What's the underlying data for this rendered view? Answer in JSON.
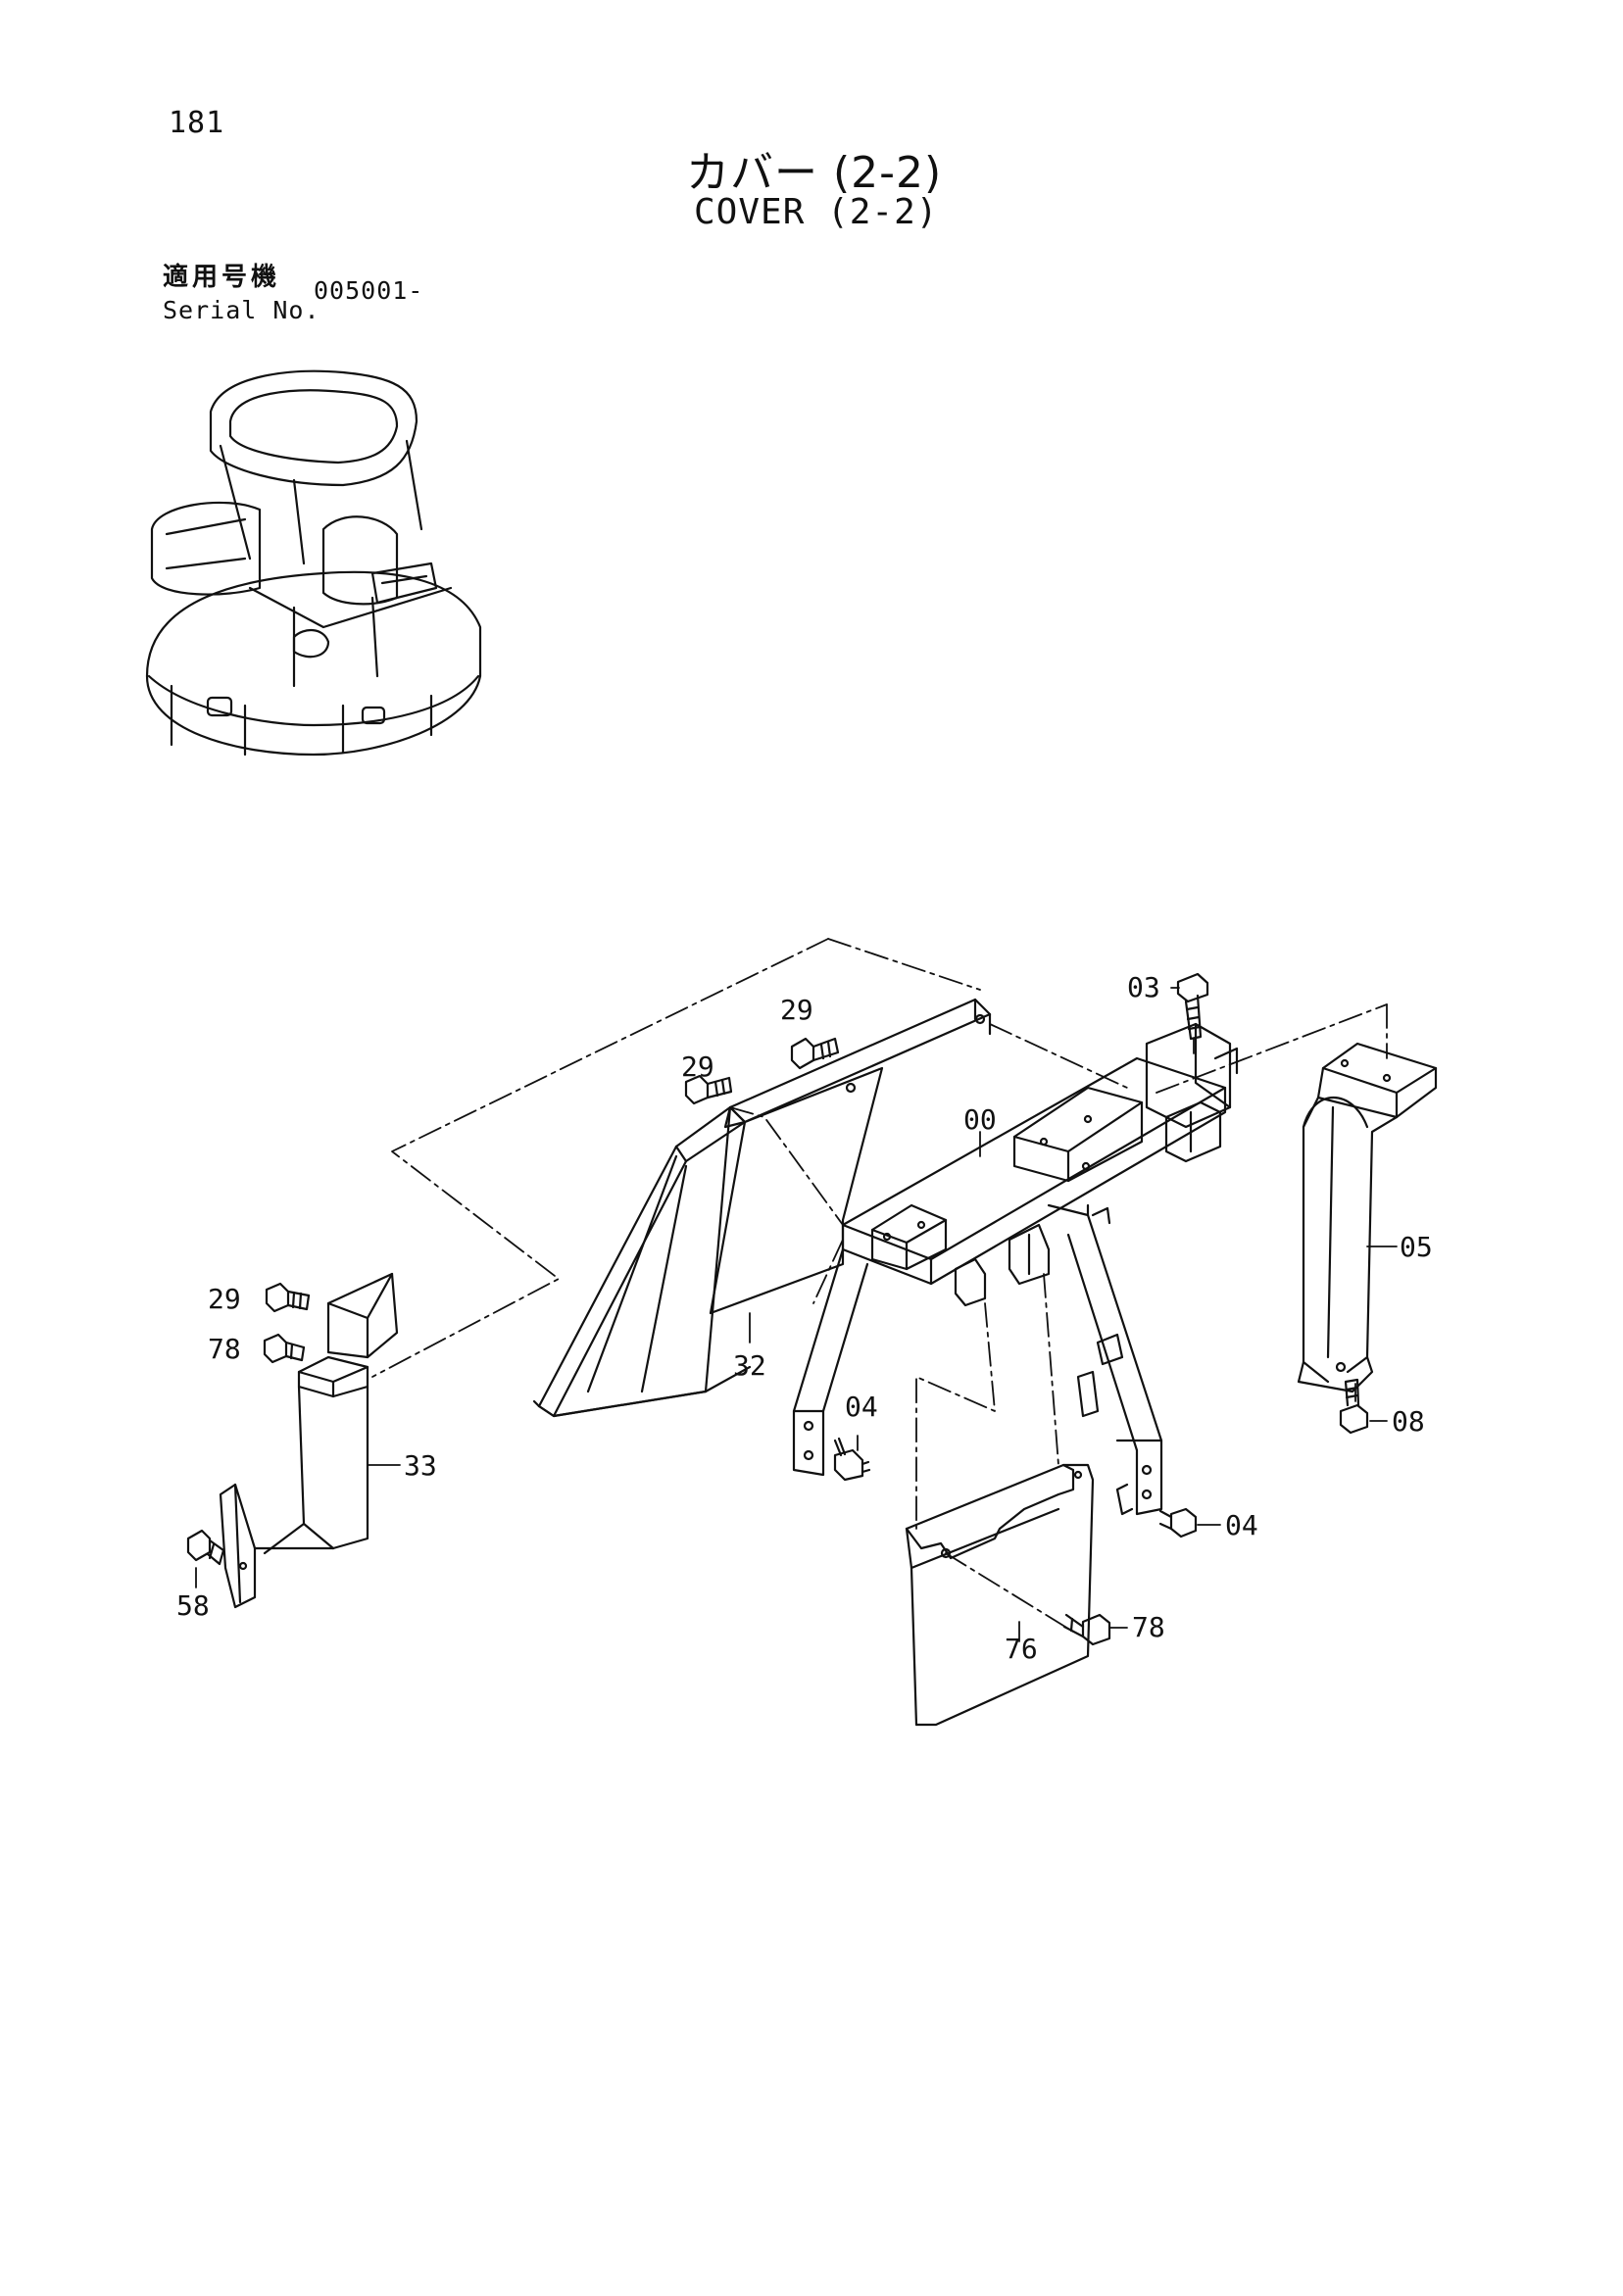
{
  "page_number": "181",
  "title_jp": "カバー (2-2)",
  "title_en": "COVER (2-2)",
  "serial": {
    "label_jp": "適用号機",
    "label_en": "Serial No.",
    "value": "005001-"
  },
  "callouts": {
    "c03": "03",
    "c29a": "29",
    "c29b": "29",
    "c29c": "29",
    "c00": "00",
    "c05": "05",
    "c08": "08",
    "c78a": "78",
    "c33": "33",
    "c32": "32",
    "c04a": "04",
    "c04b": "04",
    "c58": "58",
    "c76": "76",
    "c78b": "78"
  }
}
